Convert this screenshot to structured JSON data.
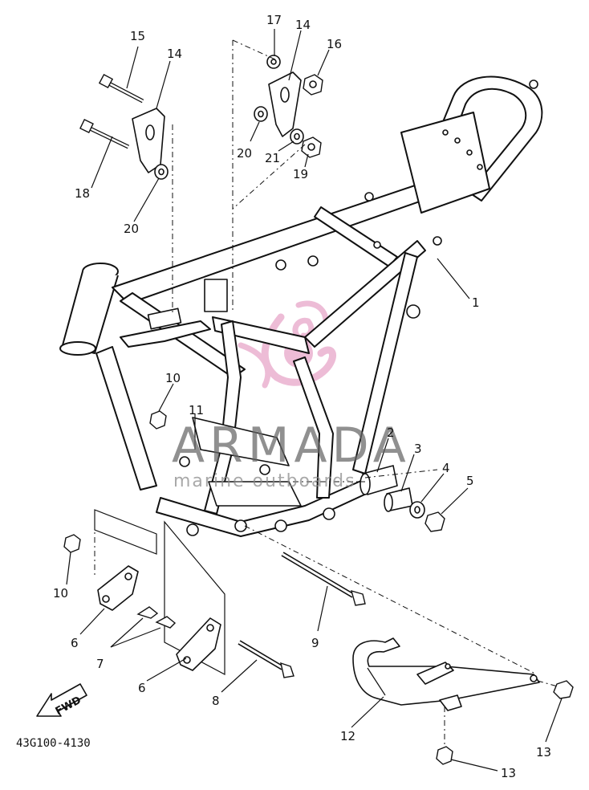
{
  "diagram_code": "43G100-4130",
  "watermark": {
    "brand": "ARMADA",
    "tagline": "marine outboards",
    "logo_icon": "seahorse-logo",
    "logo_color": "#e7a6c9"
  },
  "forward_arrow": {
    "label": "FWD",
    "icon": "forward-arrow-icon"
  },
  "callouts": [
    {
      "id": "callout-1",
      "label": "1"
    },
    {
      "id": "callout-2",
      "label": "2"
    },
    {
      "id": "callout-3",
      "label": "3"
    },
    {
      "id": "callout-4",
      "label": "4"
    },
    {
      "id": "callout-5",
      "label": "5"
    },
    {
      "id": "callout-6a",
      "label": "6"
    },
    {
      "id": "callout-6b",
      "label": "6"
    },
    {
      "id": "callout-7",
      "label": "7"
    },
    {
      "id": "callout-8",
      "label": "8"
    },
    {
      "id": "callout-9",
      "label": "9"
    },
    {
      "id": "callout-10a",
      "label": "10"
    },
    {
      "id": "callout-10b",
      "label": "10"
    },
    {
      "id": "callout-11",
      "label": "11"
    },
    {
      "id": "callout-12",
      "label": "12"
    },
    {
      "id": "callout-13a",
      "label": "13"
    },
    {
      "id": "callout-13b",
      "label": "13"
    },
    {
      "id": "callout-14a",
      "label": "14"
    },
    {
      "id": "callout-14b",
      "label": "14"
    },
    {
      "id": "callout-15",
      "label": "15"
    },
    {
      "id": "callout-16",
      "label": "16"
    },
    {
      "id": "callout-17",
      "label": "17"
    },
    {
      "id": "callout-18",
      "label": "18"
    },
    {
      "id": "callout-19",
      "label": "19"
    },
    {
      "id": "callout-20a",
      "label": "20"
    },
    {
      "id": "callout-20b",
      "label": "20"
    },
    {
      "id": "callout-21",
      "label": "21"
    }
  ]
}
